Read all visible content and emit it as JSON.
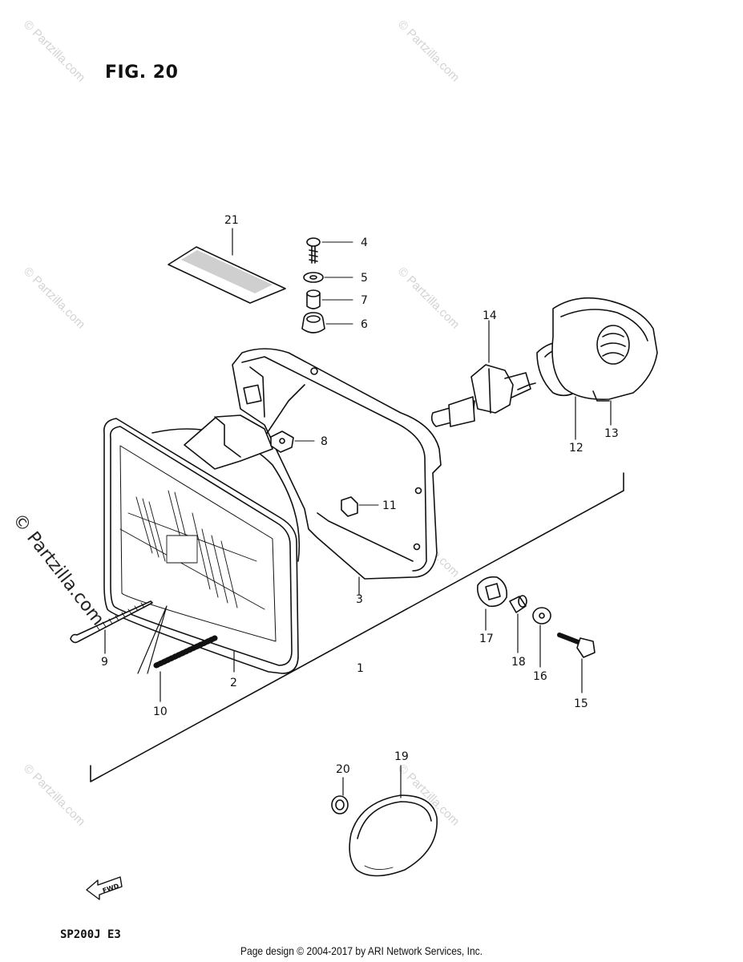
{
  "figure": {
    "title": "FIG. 20",
    "model_code": "SP200J E3",
    "footer": "Page design © 2004-2017 by ARI Network Services, Inc.",
    "fwd_label": "FWD"
  },
  "watermark": {
    "text": "© Partzilla.com",
    "big_text": "© Partzilla.com"
  },
  "callouts": [
    "1",
    "2",
    "3",
    "4",
    "5",
    "6",
    "7",
    "8",
    "9",
    "10",
    "11",
    "12",
    "13",
    "14",
    "15",
    "16",
    "17",
    "18",
    "19",
    "20",
    "21"
  ]
}
